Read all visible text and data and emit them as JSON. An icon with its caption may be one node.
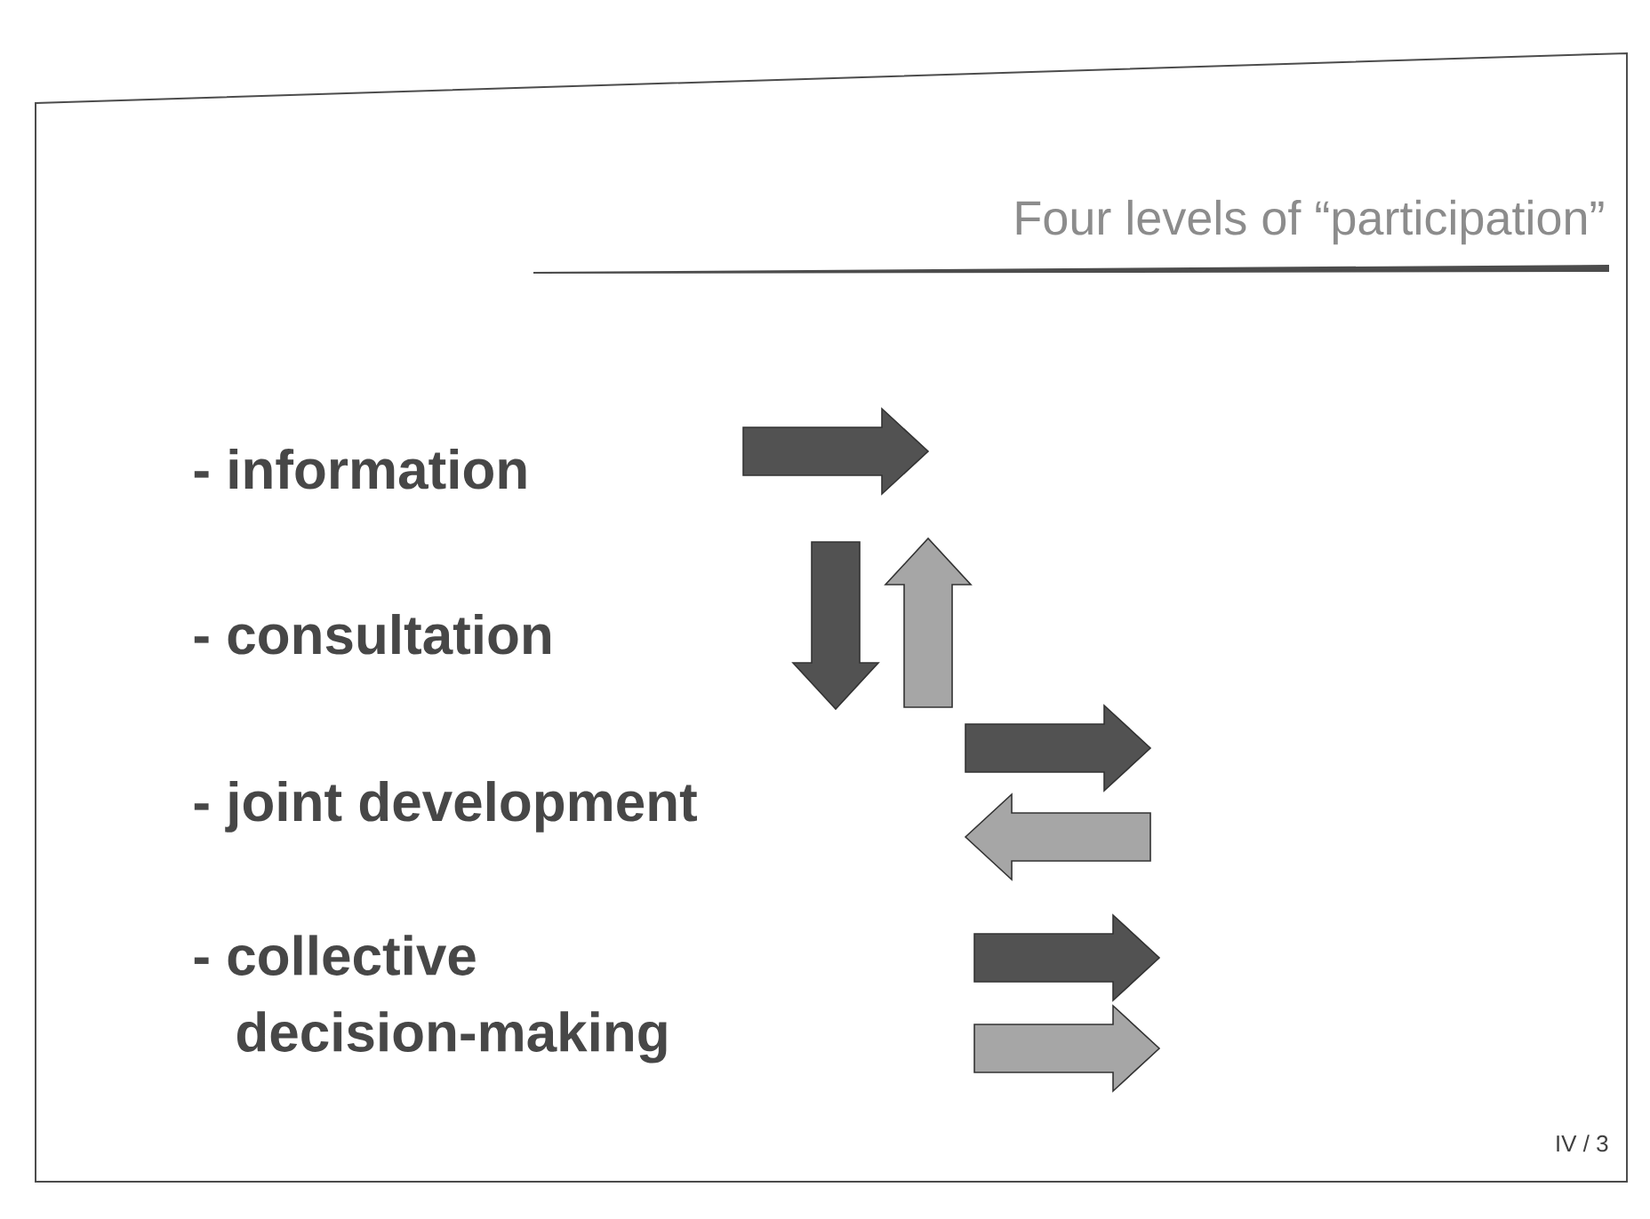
{
  "diagram": {
    "title": "Four levels of “participation”",
    "labels": [
      "- information",
      "- consultation",
      "- joint development",
      "- collective decision-making",
      "IV / 3"
    ]
  }
}
